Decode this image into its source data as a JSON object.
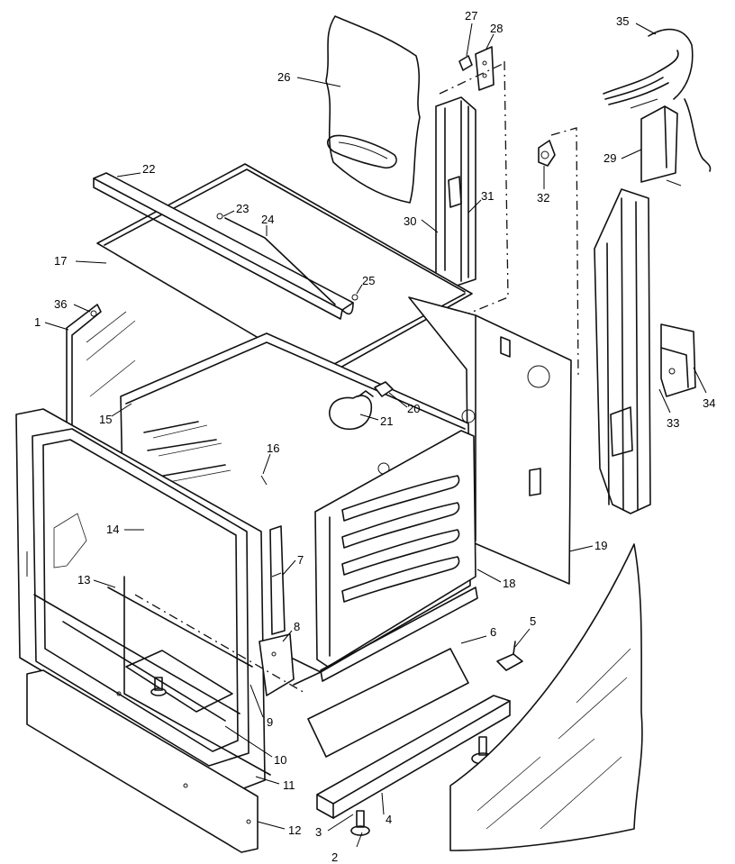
{
  "callouts": [
    {
      "id": "c2",
      "label": "2"
    },
    {
      "id": "c3",
      "label": "3"
    },
    {
      "id": "c4",
      "label": "4"
    },
    {
      "id": "c5",
      "label": "5"
    },
    {
      "id": "c6",
      "label": "6"
    },
    {
      "id": "c7",
      "label": "7"
    },
    {
      "id": "c8",
      "label": "8"
    },
    {
      "id": "c9",
      "label": "9"
    },
    {
      "id": "c10",
      "label": "10"
    },
    {
      "id": "c11",
      "label": "11"
    },
    {
      "id": "c12",
      "label": "12"
    },
    {
      "id": "c13",
      "label": "13"
    },
    {
      "id": "c14",
      "label": "14"
    },
    {
      "id": "c15",
      "label": "15"
    },
    {
      "id": "c16",
      "label": "16"
    },
    {
      "id": "c17",
      "label": "17"
    },
    {
      "id": "c18",
      "label": "18"
    },
    {
      "id": "c19",
      "label": "19"
    },
    {
      "id": "c20",
      "label": "20"
    },
    {
      "id": "c21",
      "label": "21"
    },
    {
      "id": "c22",
      "label": "22"
    },
    {
      "id": "c23",
      "label": "23"
    },
    {
      "id": "c24",
      "label": "24"
    },
    {
      "id": "c25",
      "label": "25"
    },
    {
      "id": "c26",
      "label": "26"
    },
    {
      "id": "c27",
      "label": "27"
    },
    {
      "id": "c28",
      "label": "28"
    },
    {
      "id": "c29",
      "label": "29"
    },
    {
      "id": "c30",
      "label": "30"
    },
    {
      "id": "c31",
      "label": "31"
    },
    {
      "id": "c32",
      "label": "32"
    },
    {
      "id": "c33",
      "label": "33"
    },
    {
      "id": "c34",
      "label": "34"
    },
    {
      "id": "c35",
      "label": "35"
    },
    {
      "id": "c36",
      "label": "36"
    },
    {
      "id": "c1",
      "label": "1"
    }
  ]
}
